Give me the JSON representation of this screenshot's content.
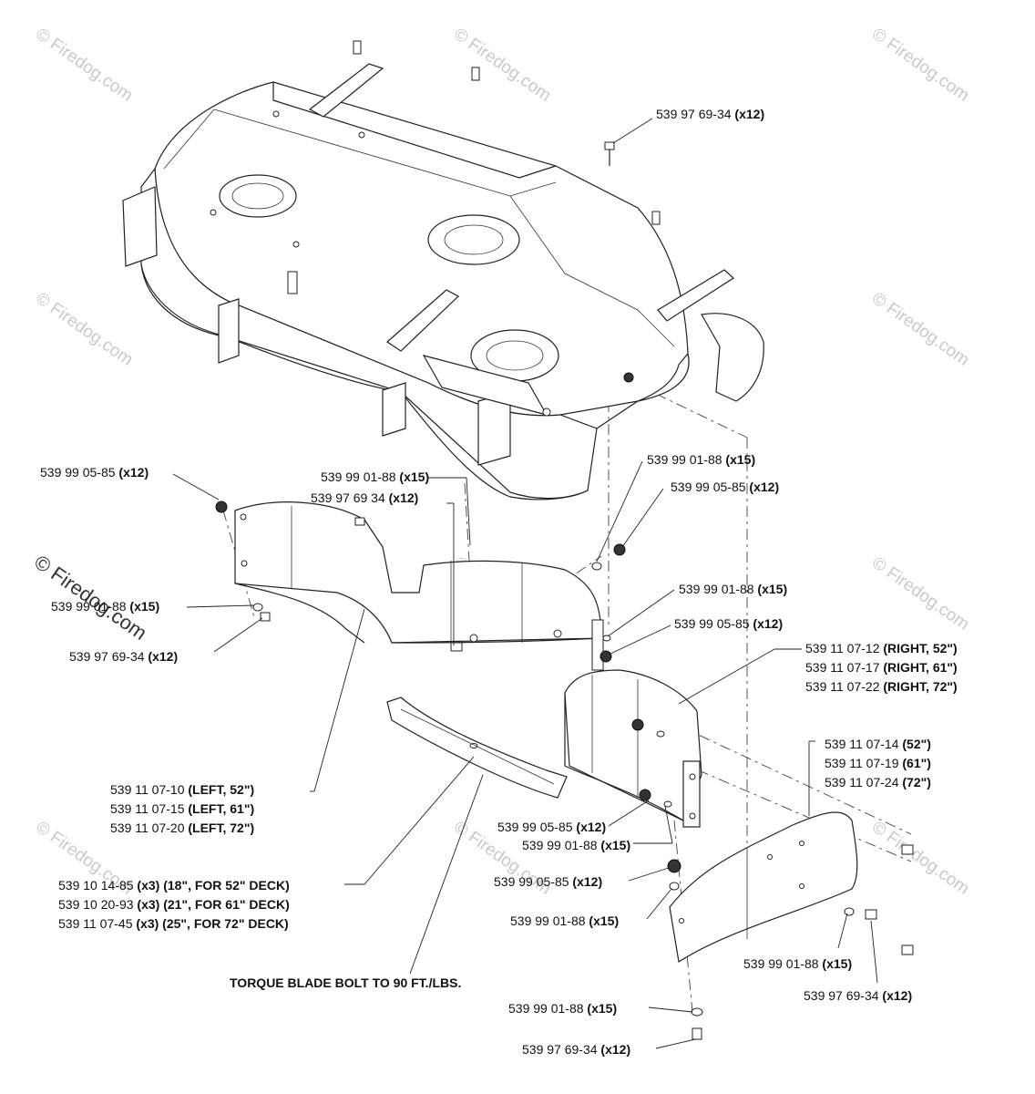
{
  "labels": {
    "l1": {
      "part": "539 97 69-34",
      "qty": "(x12)",
      "suffix": ""
    },
    "l2": {
      "part": "539 99 05-85",
      "qty": "(x12)",
      "suffix": ""
    },
    "l3": {
      "part": "539 99 01-88",
      "qty": "(x15)",
      "suffix": ""
    },
    "l4": {
      "part": "539 97 69 34",
      "qty": "(x12)",
      "suffix": ""
    },
    "l5": {
      "part": "539 99 01-88",
      "qty": "(x15)",
      "suffix": ""
    },
    "l6": {
      "part": "539 99 05-85",
      "qty": "(x12)",
      "suffix": ""
    },
    "l7": {
      "part": "539 99 01-88",
      "qty": "(x15)",
      "suffix": ""
    },
    "l8": {
      "part": "539 97 69-34",
      "qty": "(x12)",
      "suffix": ""
    },
    "l9": {
      "part": "539 99 01-88",
      "qty": "(x15)",
      "suffix": ""
    },
    "l10": {
      "part": "539 99 05-85",
      "qty": "(x12)",
      "suffix": ""
    },
    "l11": {
      "part": "539 11 07-12",
      "qty": "(RIGHT, 52\")",
      "suffix": ""
    },
    "l12": {
      "part": "539 11 07-17",
      "qty": "(RIGHT, 61\")",
      "suffix": ""
    },
    "l13": {
      "part": "539 11 07-22",
      "qty": "(RIGHT, 72\")",
      "suffix": ""
    },
    "l14": {
      "part": "539 11 07-14",
      "qty": "(52\")",
      "suffix": ""
    },
    "l15": {
      "part": "539 11 07-19",
      "qty": "(61\")",
      "suffix": ""
    },
    "l16": {
      "part": "539 11 07-24",
      "qty": "(72\")",
      "suffix": ""
    },
    "l17": {
      "part": "539 11 07-10",
      "qty": "(LEFT, 52\")",
      "suffix": ""
    },
    "l18": {
      "part": "539 11 07-15",
      "qty": "(LEFT, 61\")",
      "suffix": ""
    },
    "l19": {
      "part": "539 11 07-20",
      "qty": "(LEFT, 72\")",
      "suffix": ""
    },
    "l20": {
      "part": "539 99 05-85",
      "qty": "(x12)",
      "suffix": ""
    },
    "l21": {
      "part": "539 99 01-88",
      "qty": "(x15)",
      "suffix": ""
    },
    "l22": {
      "part": "539 10 14-85",
      "qty": "(x3)",
      "suffix": "(18\", FOR 52\" DECK)"
    },
    "l23": {
      "part": "539 10 20-93",
      "qty": "(x3)",
      "suffix": "(21\", FOR 61\" DECK)"
    },
    "l24": {
      "part": "539 11 07-45",
      "qty": "(x3)",
      "suffix": "(25\", FOR 72\" DECK)"
    },
    "l25": {
      "part": "539 99 05-85",
      "qty": "(x12)",
      "suffix": ""
    },
    "l26": {
      "part": "539 99 01-88",
      "qty": "(x15)",
      "suffix": ""
    },
    "l27": {
      "part": "539 99 01-88",
      "qty": "(x15)",
      "suffix": ""
    },
    "l28": {
      "part": "539 97 69-34",
      "qty": "(x12)",
      "suffix": ""
    },
    "l29": {
      "part": "539 99 01-88",
      "qty": "(x15)",
      "suffix": ""
    },
    "l30": {
      "part": "539 97 69-34",
      "qty": "(x12)",
      "suffix": ""
    }
  },
  "note": "TORQUE BLADE BOLT TO 90 FT./LBS.",
  "watermark": {
    "text": "© Firedog.com",
    "color": "#c9c9c9"
  }
}
